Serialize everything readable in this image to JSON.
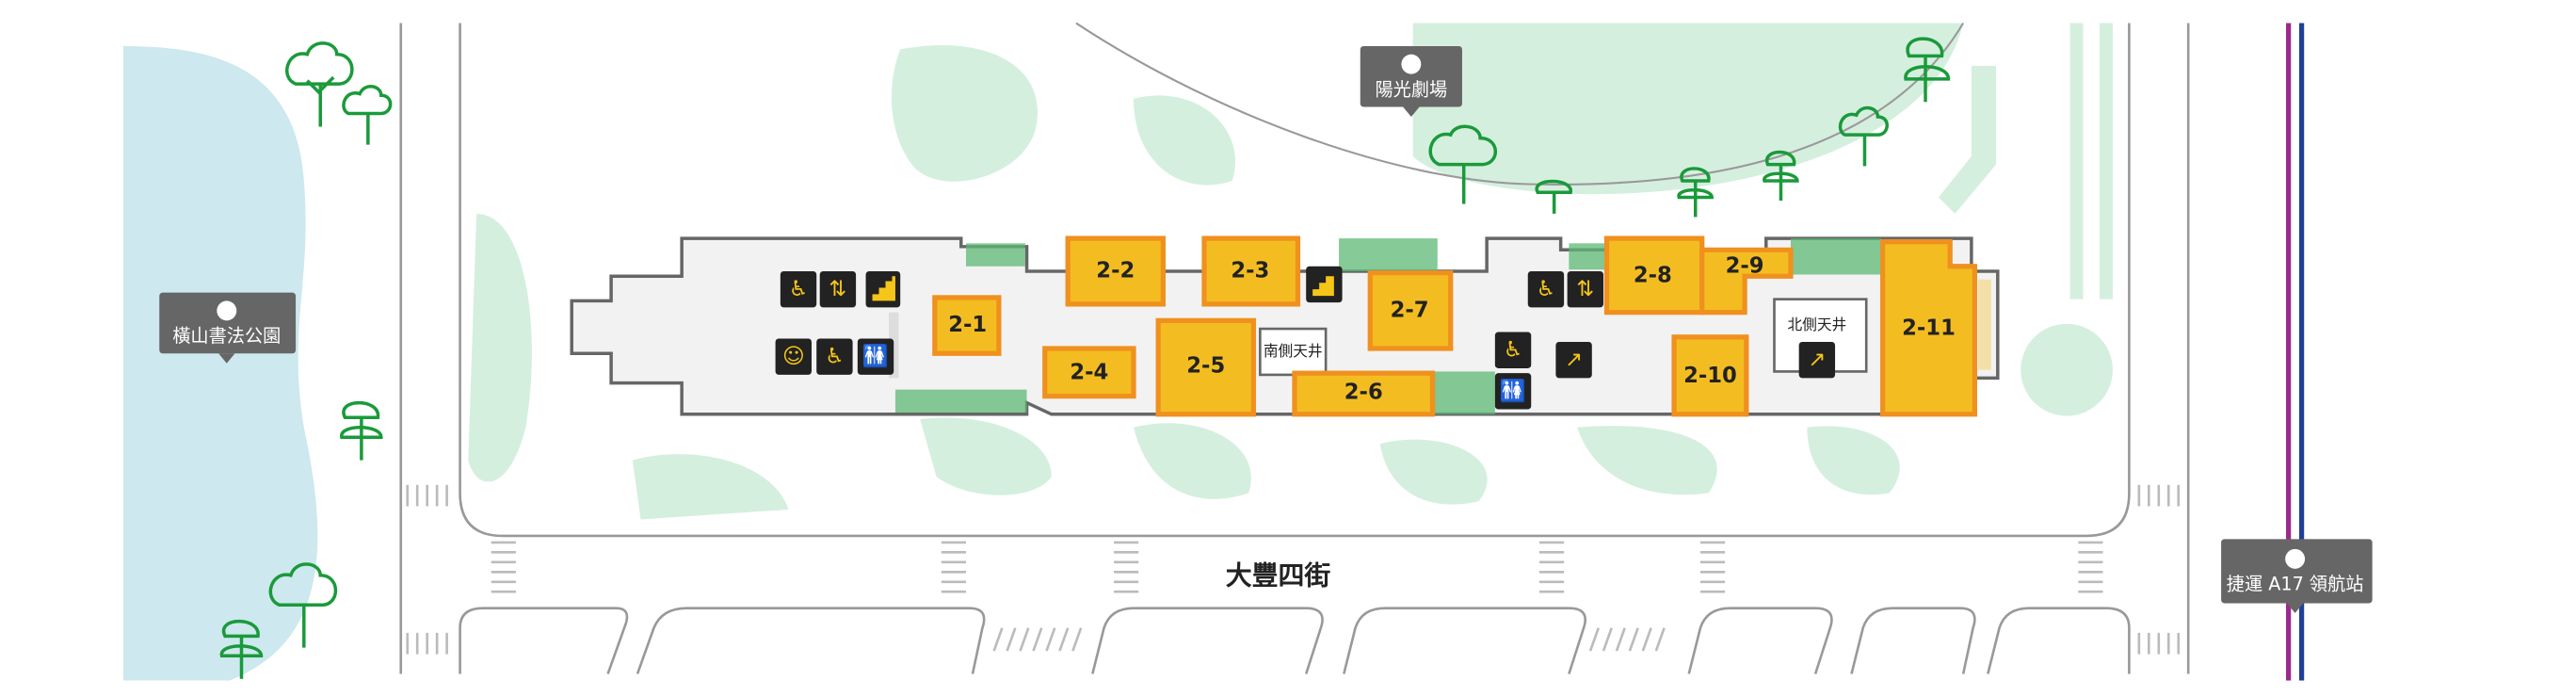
{
  "map": {
    "floor_shops": [
      "2-1",
      "2-2",
      "2-3",
      "2-4",
      "2-5",
      "2-6",
      "2-7",
      "2-8",
      "2-9",
      "2-10",
      "2-11"
    ],
    "atriums": {
      "south": "南側天井",
      "north": "北側天井"
    },
    "street": "大豐四街",
    "landmarks": {
      "park": {
        "label": "橫山書法公園",
        "icon": "park-icon"
      },
      "theater": {
        "label": "陽光劇場",
        "icon": "theater-icon"
      },
      "mrt": {
        "label": "捷運 A17 領航站",
        "icon": "mrt-icon"
      }
    },
    "facility_icons": [
      "accessible-elevator-icon",
      "elevator-icon",
      "stairs-icon",
      "nursing-room-icon",
      "accessible-restroom-icon",
      "restroom-icon",
      "escalator-icon"
    ],
    "colors": {
      "shop_fill": "#f3bd22",
      "shop_border": "#f0901e",
      "mrt_purple": "#9b2a8a",
      "mrt_blue": "#1f3f99",
      "water": "#cde8ee",
      "green": "#d5efdf"
    }
  }
}
